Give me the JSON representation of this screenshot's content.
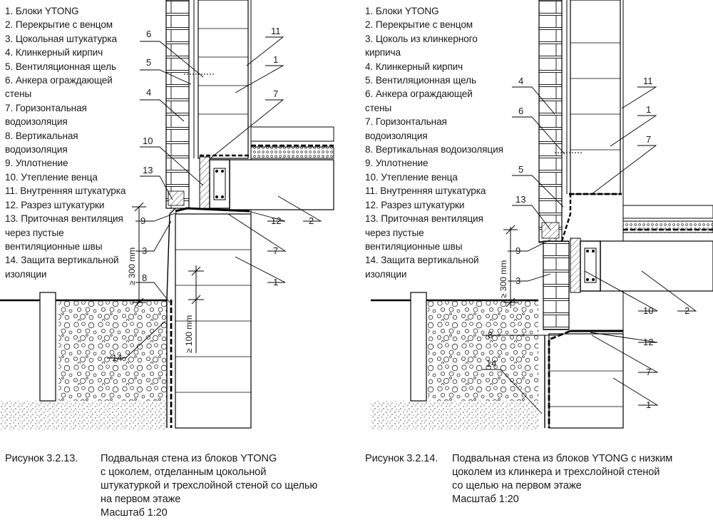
{
  "left_figure": {
    "legend": [
      "1. Блоки YTONG",
      "2. Перекрытие с венцом",
      "3. Цокольная штукатурка",
      "4. Клинкерный кирпич",
      "5. Вентиляционная щель",
      "6. Анкера ограждающей\nстены",
      "7. Горизонтальная\nводоизоляция",
      "8. Вертикальная\nводоизоляция",
      "9. Уплотнение",
      "10. Утепление венца",
      "11. Внутренняя штукатурка",
      "12. Разрез штукатурки",
      "13. Приточная вентиляция\nчерез пустые\nвентиляционные швы",
      "14. Защита вертикальной\nизоляции"
    ],
    "callouts": [
      "6",
      "11",
      "5",
      "1",
      "4",
      "7",
      "10",
      "13",
      "9",
      "12",
      "2",
      "3",
      "7",
      "8",
      "1",
      "14"
    ],
    "dimensions": [
      "≥ 300 mm",
      "≥ 100 mm"
    ],
    "caption_number": "Рисунок 3.2.13.",
    "caption_text": "Подвальная стена из блоков YTONG\nс цоколем, отделанным цокольной\nштукатуркой и трехслойной стеной со щелью\nна первом этаже\nМасштаб 1:20"
  },
  "right_figure": {
    "legend": [
      "1. Блоки YTONG",
      "2. Перекрытие с венцом",
      "3. Цоколь из клинкерного\nкирпича",
      "4. Клинкерный кирпич",
      "5. Вентиляционная щель",
      "6. Анкера ограждающей\nстены",
      "7. Горизонтальная\nводоизоляция",
      "8. Вертикальная водоизоляция",
      "9. Уплотнение",
      "10. Утепление венца",
      "11. Внутренняя штукатурка",
      "12. Разрез штукатурки",
      "13. Приточная вентиляция\nчерез пустые\nвентиляционные швы",
      "14. Защита вертикальной\nизоляции"
    ],
    "callouts": [
      "4",
      "11",
      "6",
      "1",
      "7",
      "5",
      "13",
      "9",
      "3",
      "10",
      "2",
      "8",
      "12",
      "7",
      "14",
      "1"
    ],
    "dimensions": [
      "≥ 300 mm"
    ],
    "caption_number": "Рисунок 3.2.14.",
    "caption_text": "Подвальная стена из блоков YTONG с низким\nцоколем из клинкера и трехслойной стеной\nсо щелью на первом этаже\nМасштаб 1:20"
  }
}
